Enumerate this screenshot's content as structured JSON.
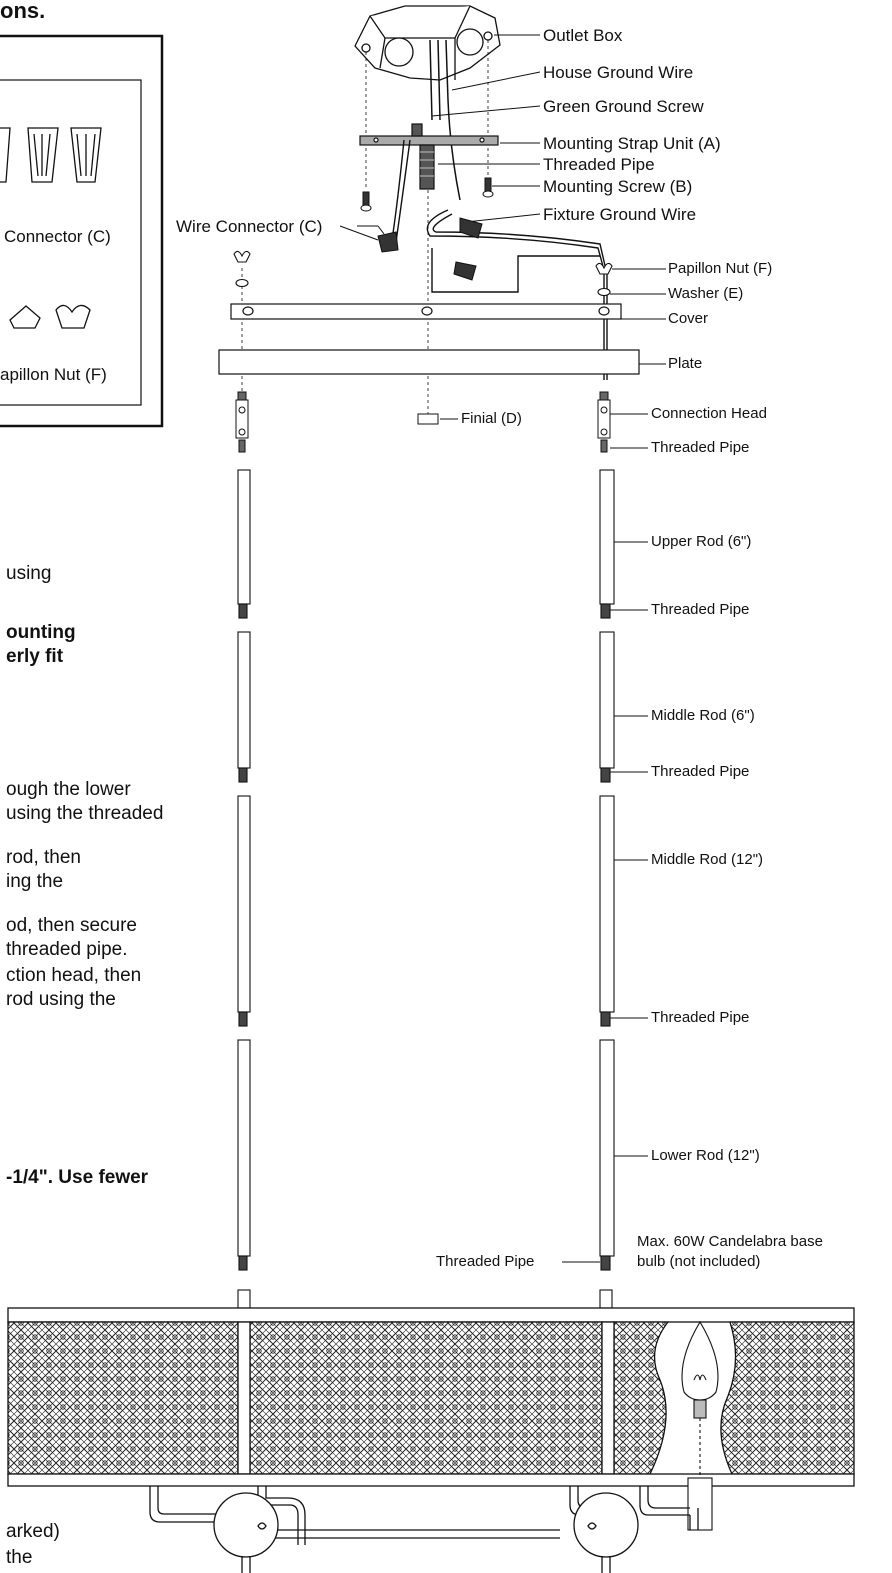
{
  "page": {
    "heading_fragment": "ons.",
    "parts_box": {
      "connector_label": "Connector (C)",
      "papillon_label": "apillon Nut (F)"
    },
    "instruction_fragments": [
      "using",
      "ounting",
      "erly fit",
      "ough the lower",
      "using the threaded",
      "rod, then",
      "ing the",
      "od, then secure",
      "threaded pipe.",
      "ction head, then",
      "rod using the",
      "-1/4\". Use fewer",
      "arked)",
      "the"
    ]
  },
  "labels": {
    "outlet_box": "Outlet Box",
    "house_ground": "House Ground Wire",
    "green_screw": "Green Ground Screw",
    "mounting_strap": "Mounting Strap Unit (A)",
    "threaded_pipe_top": "Threaded Pipe",
    "mounting_screw": "Mounting Screw (B)",
    "fixture_ground": "Fixture Ground Wire",
    "wire_connector": "Wire Connector (C)",
    "papillon_nut": "Papillon Nut (F)",
    "washer": "Washer (E)",
    "cover": "Cover",
    "plate": "Plate",
    "finial": "Finial (D)",
    "connection_head": "Connection Head",
    "threaded_pipe_1": "Threaded Pipe",
    "upper_rod": "Upper Rod (6\")",
    "threaded_pipe_2": "Threaded Pipe",
    "middle_rod_6": "Middle Rod (6\")",
    "threaded_pipe_3": "Threaded Pipe",
    "middle_rod_12": "Middle Rod (12\")",
    "threaded_pipe_4": "Threaded Pipe",
    "lower_rod": "Lower Rod (12\")",
    "threaded_pipe_5": "Threaded Pipe",
    "bulb_line1": "Max. 60W Candelabra base",
    "bulb_line2": "bulb (not included)"
  }
}
